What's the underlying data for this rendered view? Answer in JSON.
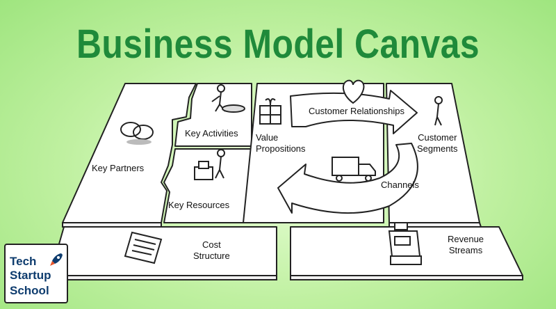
{
  "title": "Business Model Canvas",
  "blocks": {
    "key_partners": "Key Partners",
    "key_activities": "Key Activities",
    "key_resources": "Key Resources",
    "value_propositions_1": "Value",
    "value_propositions_2": "Propositions",
    "customer_relationships": "Customer Relationships",
    "channels": "Channels",
    "customer_segments_1": "Customer",
    "customer_segments_2": "Segments",
    "cost_structure_1": "Cost",
    "cost_structure_2": "Structure",
    "revenue_streams_1": "Revenue",
    "revenue_streams_2": "Streams"
  },
  "logo": {
    "line1": "Tech",
    "line2": "Startup",
    "line3": "School"
  },
  "colors": {
    "title": "#1f8a3a",
    "logo_text": "#0e3c6e",
    "rocket": "#e8542a"
  }
}
